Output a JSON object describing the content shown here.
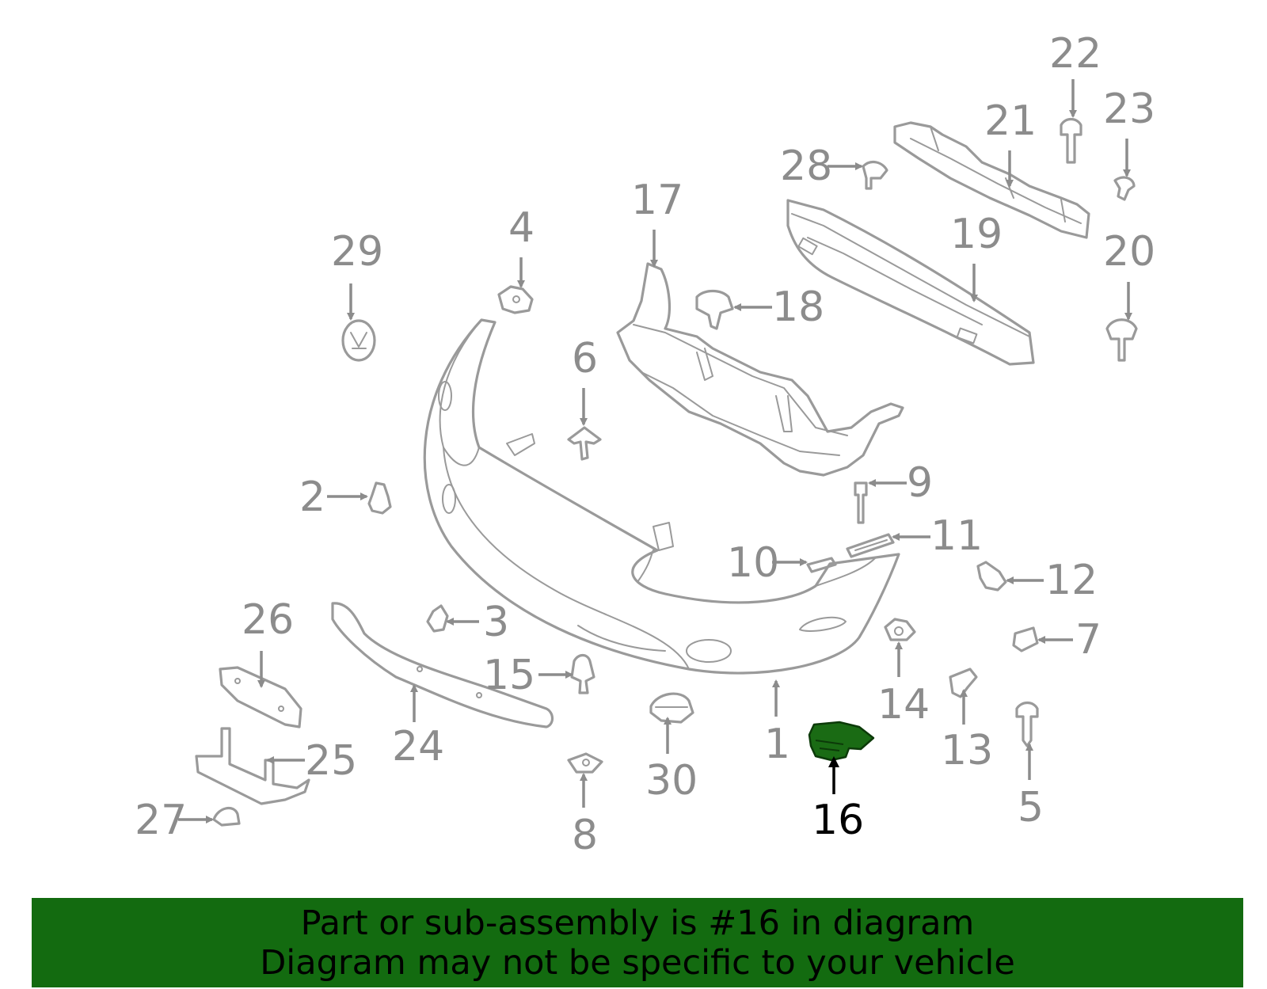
{
  "diagram": {
    "highlight_color": "#1a6b14",
    "label_color": "#8c8c8c",
    "highlighted_part": "16",
    "callouts": [
      "1",
      "2",
      "3",
      "4",
      "5",
      "6",
      "7",
      "8",
      "9",
      "10",
      "11",
      "12",
      "13",
      "14",
      "15",
      "16",
      "17",
      "18",
      "19",
      "20",
      "21",
      "22",
      "23",
      "24",
      "25",
      "26",
      "27",
      "28",
      "29",
      "30"
    ]
  },
  "banner": {
    "line1": "Part or sub-assembly is #16 in diagram",
    "line2": "Diagram may not be specific to your vehicle",
    "background": "#136b10"
  }
}
